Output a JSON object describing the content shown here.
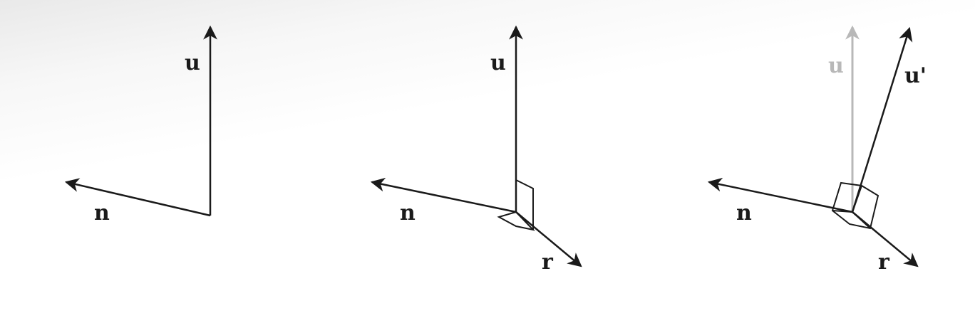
{
  "colors": {
    "stroke": "#1a1a1a",
    "faded": "#b8b8b8"
  },
  "panels": [
    {
      "labels": {
        "u": "u",
        "n": "n"
      }
    },
    {
      "labels": {
        "u": "u",
        "n": "n",
        "r": "r"
      }
    },
    {
      "labels": {
        "u": "u",
        "u_prime": "u'",
        "n": "n",
        "r": "r"
      }
    }
  ]
}
